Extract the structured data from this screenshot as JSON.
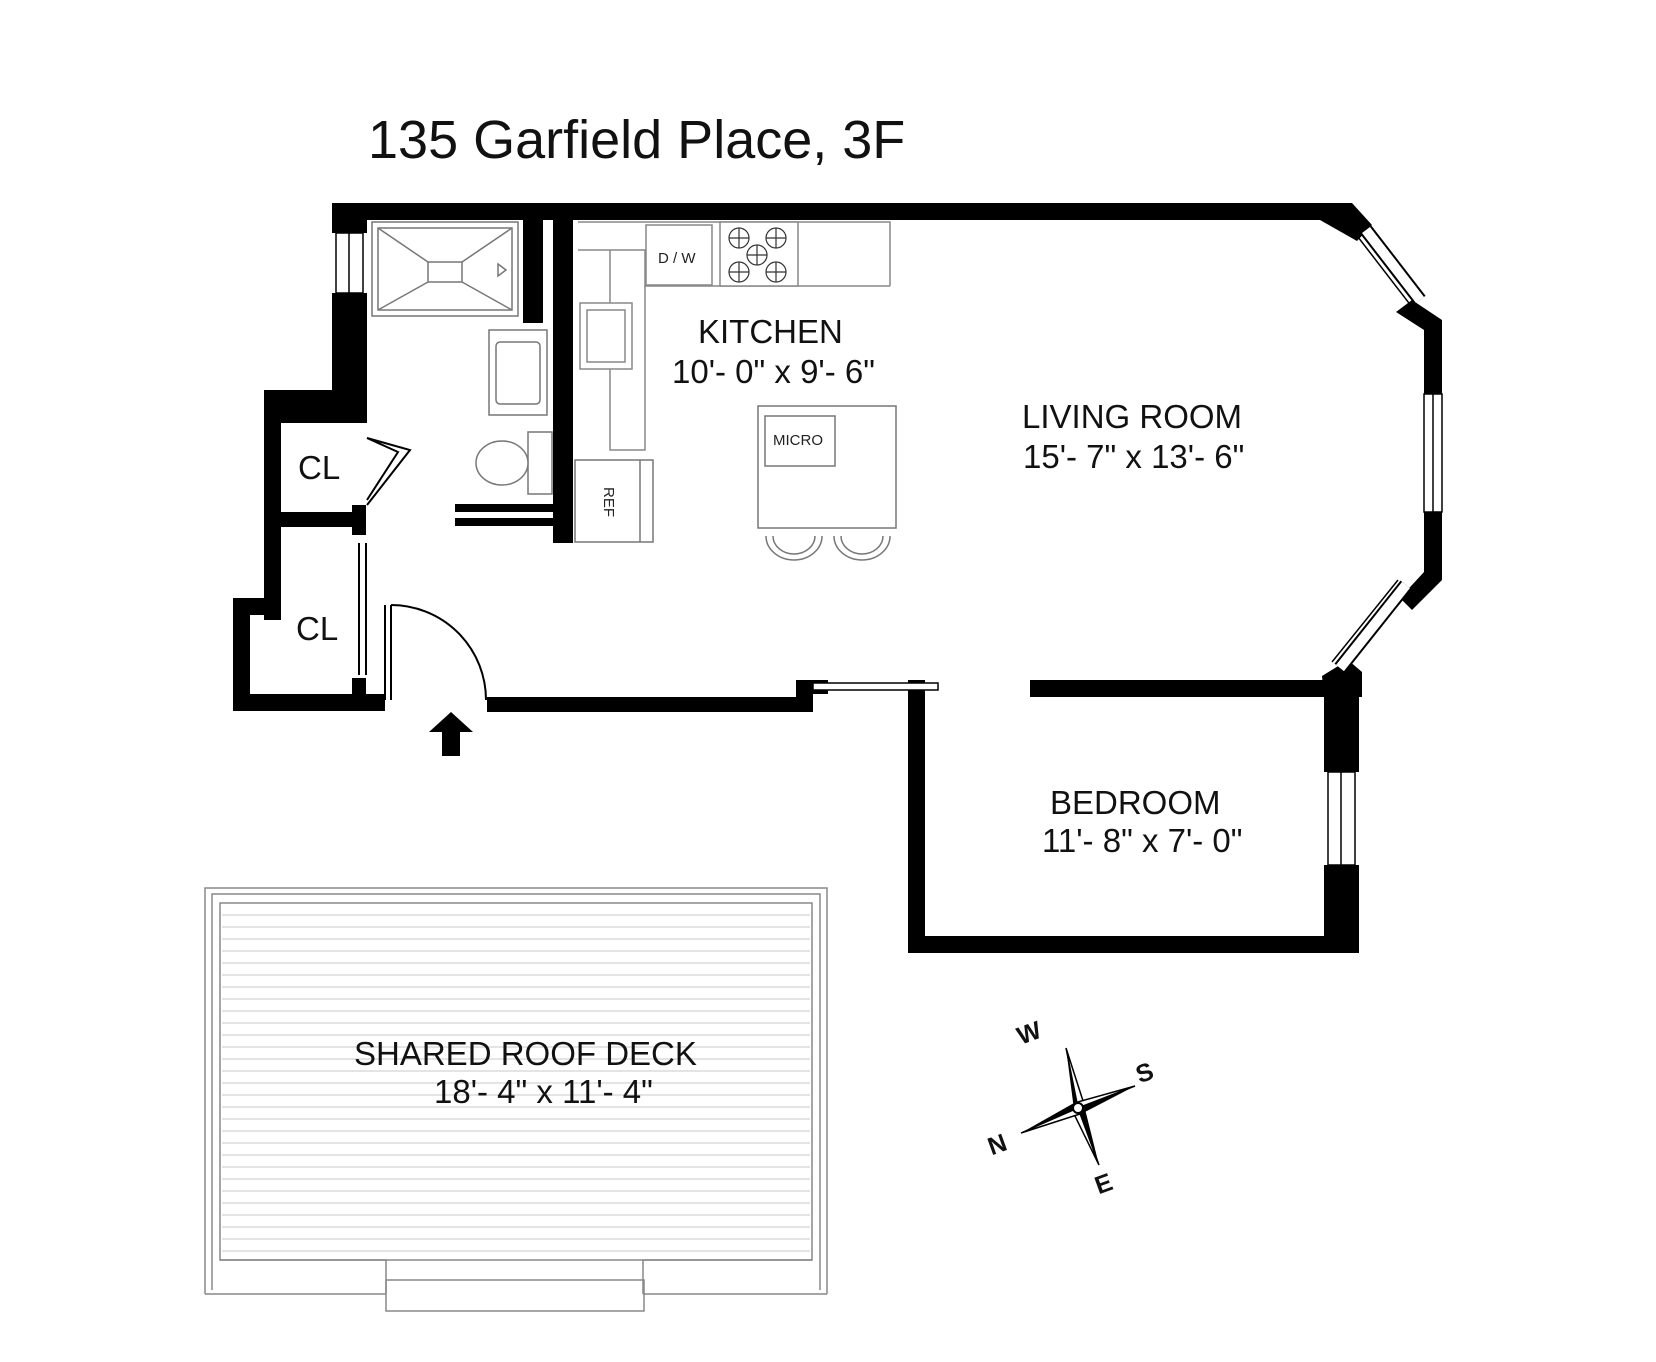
{
  "title": "135 Garfield Place, 3F",
  "rooms": {
    "kitchen": {
      "name": "KITCHEN",
      "dims": "10'- 0\" x 9'- 6\""
    },
    "living": {
      "name": "LIVING ROOM",
      "dims": "15'- 7\" x 13'- 6\""
    },
    "bedroom": {
      "name": "BEDROOM",
      "dims": "11'- 8\" x 7'- 0\""
    },
    "closet1": {
      "name": "CL"
    },
    "closet2": {
      "name": "CL"
    },
    "deck": {
      "name": "SHARED ROOF DECK",
      "dims": "18'- 4\" x 11'- 4\""
    }
  },
  "appliances": {
    "dishwasher": "D / W",
    "micro": "MICRO",
    "ref": "REF"
  },
  "compass": {
    "n": "N",
    "s": "S",
    "e": "E",
    "w": "W"
  },
  "colors": {
    "wall": "#000000",
    "line": "#9a9a9a",
    "background": "#ffffff"
  },
  "icons": {
    "entry": "entry-arrow-icon",
    "compass": "compass-rose-icon",
    "stove": "stove-burner-icon"
  }
}
